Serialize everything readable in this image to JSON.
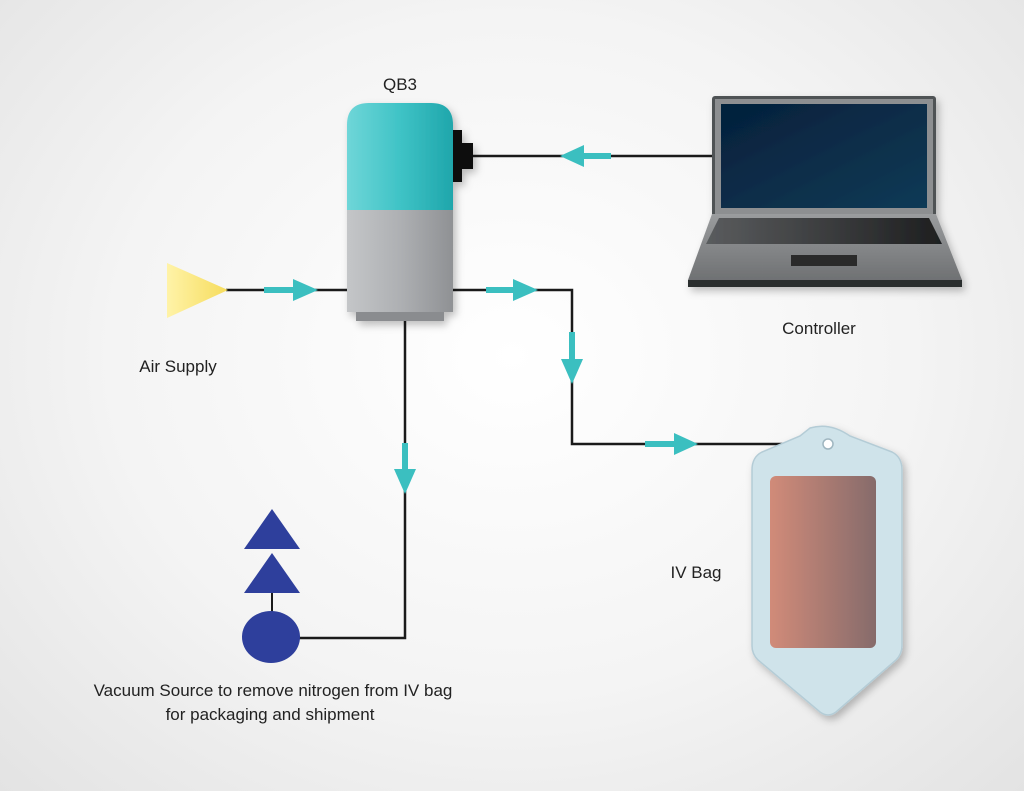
{
  "diagram": {
    "labels": {
      "qb3": "QB3",
      "controller": "Controller",
      "air_supply": "Air Supply",
      "iv_bag": "IV Bag",
      "vacuum_line1": "Vacuum Source to remove nitrogen from IV bag",
      "vacuum_line2": "for packaging and shipment"
    },
    "colors": {
      "qb3_top": "#3fc3c6",
      "qb3_bottom": "#a9abae",
      "arrow": "#3bbfc0",
      "line": "#1a1a1a",
      "air_supply": "#fbe98a",
      "vacuum": "#2e3f9c",
      "iv_bag_shell": "#cfe3ea",
      "iv_bag_fluid": "#c98676",
      "screen": "#0a2a45",
      "laptop_body": "#8d8f91"
    },
    "connections": [
      {
        "from": "controller",
        "to": "qb3"
      },
      {
        "from": "air_supply",
        "to": "qb3"
      },
      {
        "from": "qb3",
        "to": "iv_bag"
      },
      {
        "from": "qb3",
        "to": "vacuum_source"
      }
    ]
  }
}
